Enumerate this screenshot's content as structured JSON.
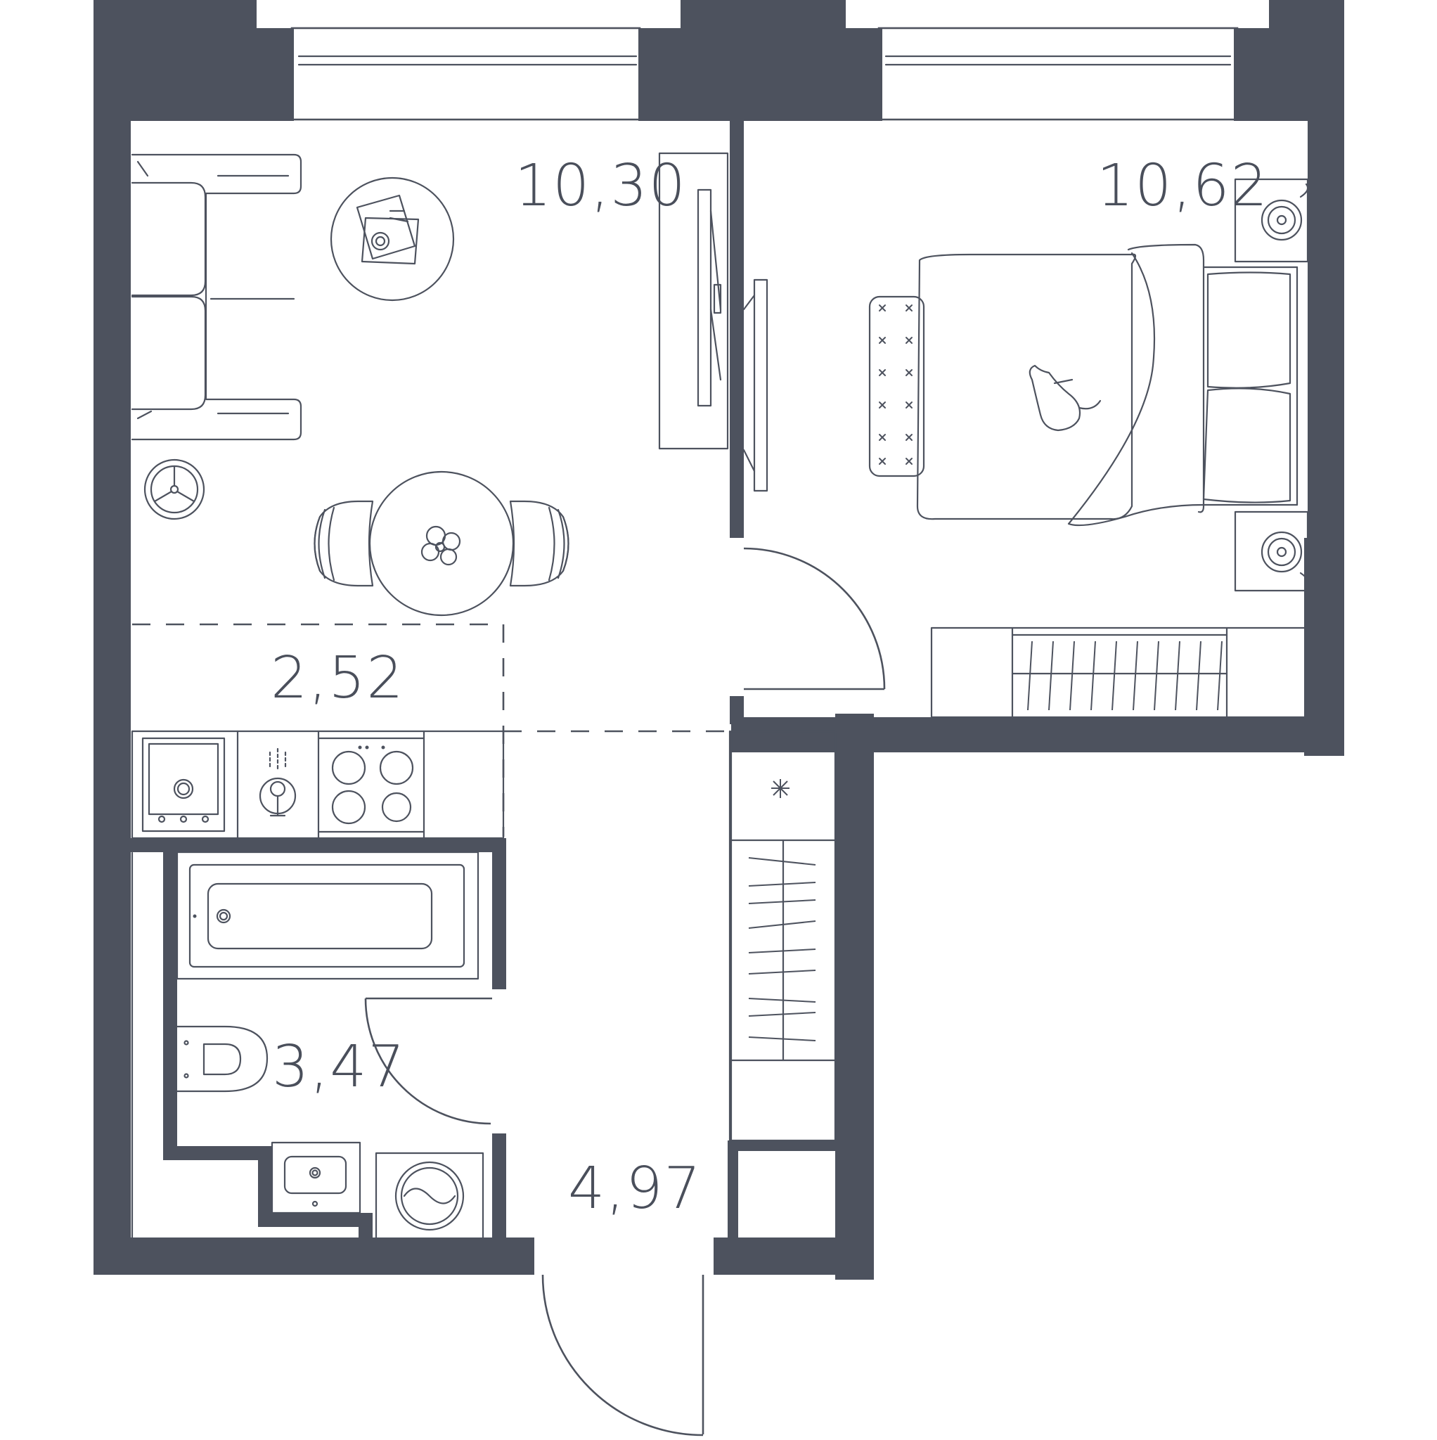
{
  "rooms": [
    {
      "id": "living",
      "area": "10,30"
    },
    {
      "id": "bedroom",
      "area": "10,62"
    },
    {
      "id": "kitchen",
      "area": "2,52"
    },
    {
      "id": "bathroom",
      "area": "3,47"
    },
    {
      "id": "hallway",
      "area": "4,97"
    }
  ],
  "colors": {
    "wall": "#4d525e",
    "line": "#4d525e",
    "background": "#ffffff"
  }
}
